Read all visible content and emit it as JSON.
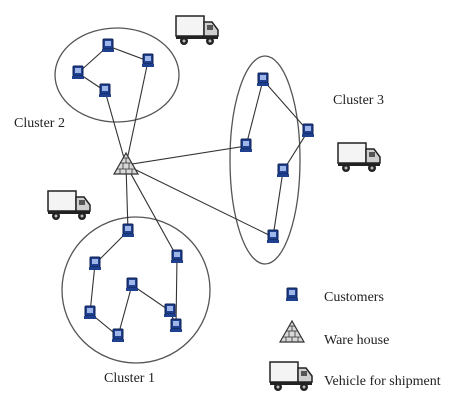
{
  "clusters": {
    "c1": {
      "label": "Cluster 1"
    },
    "c2": {
      "label": "Cluster 2"
    },
    "c3": {
      "label": "Cluster 3"
    }
  },
  "legend": {
    "customers": "Customers",
    "warehouse": "Ware house",
    "vehicle": "Vehicle for shipment"
  },
  "colors": {
    "customer": "#1f3f8f",
    "line": "#333333",
    "ellipse": "#555555",
    "truck": "#222222"
  }
}
